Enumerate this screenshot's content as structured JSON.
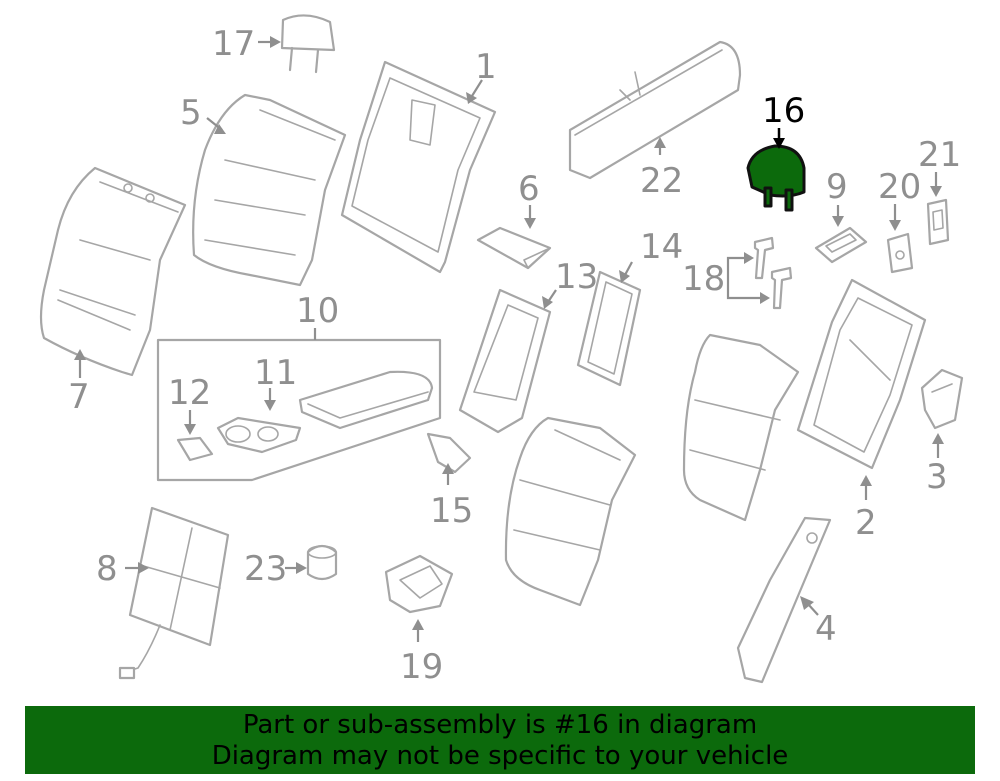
{
  "diagram": {
    "highlighted_part": "16",
    "labels": {
      "p1": "1",
      "p2": "2",
      "p3": "3",
      "p4": "4",
      "p5": "5",
      "p6": "6",
      "p7": "7",
      "p8": "8",
      "p9": "9",
      "p10": "10",
      "p11": "11",
      "p12": "12",
      "p13": "13",
      "p14": "14",
      "p15": "15",
      "p16": "16",
      "p17": "17",
      "p18": "18",
      "p19": "19",
      "p20": "20",
      "p21": "21",
      "p22": "22",
      "p23": "23"
    },
    "colors": {
      "part_line": "#a6a6a6",
      "highlight": "#0c6a0c",
      "banner": "#0c6a0c"
    }
  },
  "banner": {
    "line1": "Part or sub-assembly is #16 in diagram",
    "line2": "Diagram may not be specific to your vehicle"
  }
}
